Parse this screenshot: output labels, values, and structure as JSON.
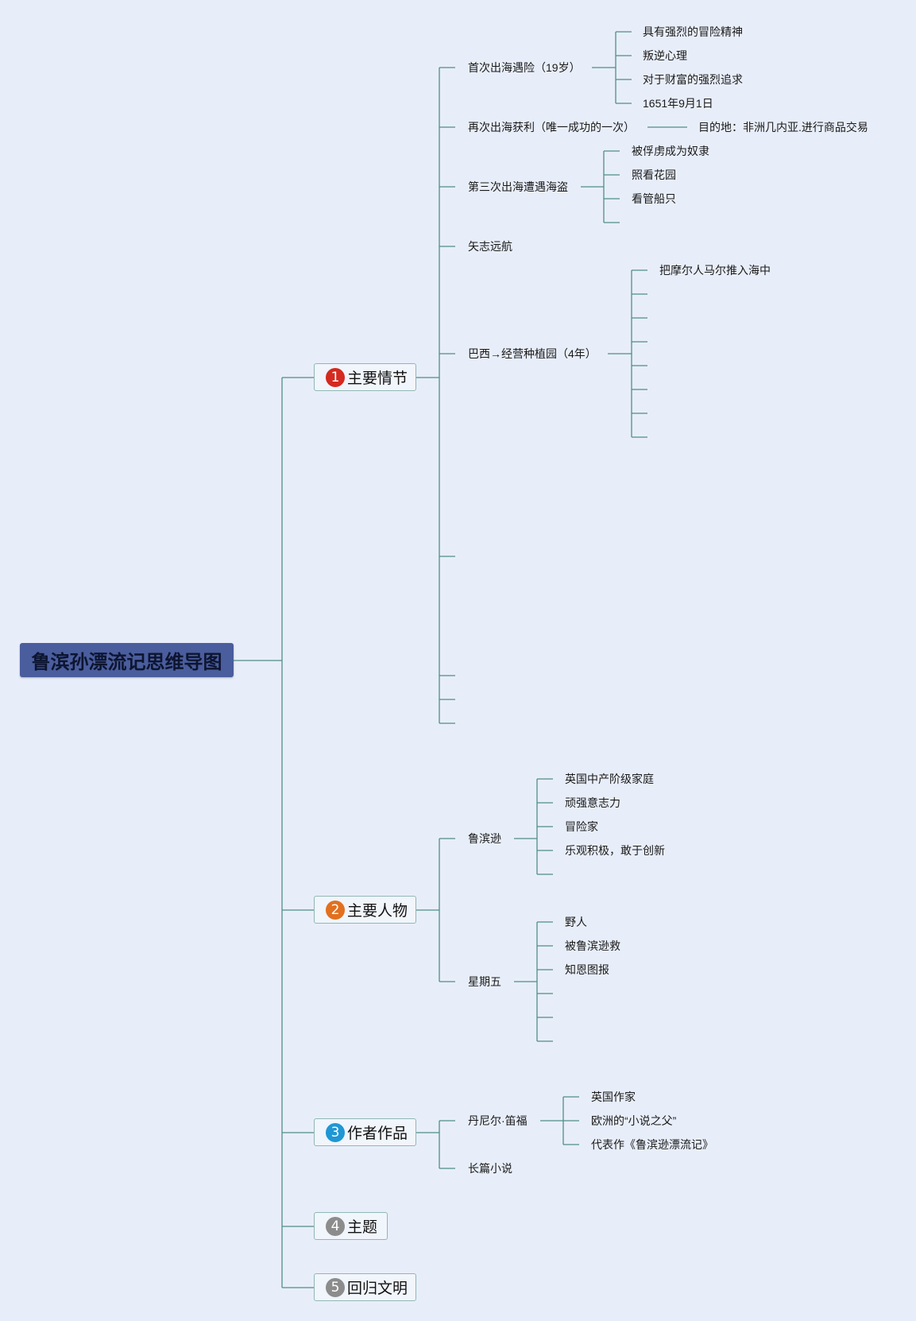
{
  "root": {
    "title": "鲁滨孙漂流记思维导图"
  },
  "branches": [
    {
      "number": "1",
      "label": "主要情节",
      "badge_color": "#d42a1f"
    },
    {
      "number": "2",
      "label": "主要人物",
      "badge_color": "#e2701f"
    },
    {
      "number": "3",
      "label": "作者作品",
      "badge_color": "#1f97d4"
    },
    {
      "number": "4",
      "label": "主题",
      "badge_color": "#8c8c8c"
    },
    {
      "number": "5",
      "label": "回归文明",
      "badge_color": "#8c8c8c"
    }
  ],
  "plot": {
    "first_voyage": {
      "label": "首次出海遇险（19岁）",
      "details": [
        "具有强烈的冒险精神",
        "叛逆心理",
        "对于财富的强烈追求",
        "1651年9月1日"
      ]
    },
    "second_voyage": {
      "label": "再次出海获利（唯一成功的一次）",
      "details": [
        "目的地：非洲几内亚.进行商品交易"
      ]
    },
    "third_voyage": {
      "label": "第三次出海遭遇海盗",
      "details": [
        "被俘虏成为奴隶",
        "照看花园",
        "看管船只"
      ]
    },
    "vow": {
      "label": "矢志远航"
    },
    "brazil": {
      "label": "巴西→经营种植园（4年）",
      "details": [
        "把摩尔人马尔推入海中"
      ]
    }
  },
  "characters": {
    "robinson": {
      "label": "鲁滨逊",
      "details": [
        "英国中产阶级家庭",
        "顽强意志力",
        "冒险家",
        "乐观积极，敢于创新"
      ]
    },
    "friday": {
      "label": "星期五",
      "details": [
        "野人",
        "被鲁滨逊救",
        "知恩图报"
      ]
    }
  },
  "author_works": {
    "author": {
      "label": "丹尼尔·笛福",
      "details": [
        "英国作家",
        "欧洲的“小说之父”",
        "代表作《鲁滨逊漂流记》"
      ]
    },
    "genre": {
      "label": "长篇小说"
    }
  },
  "colors": {
    "background": "#e8eef9",
    "line": "#3d8a84",
    "root_fill": "#4a5d9d"
  }
}
